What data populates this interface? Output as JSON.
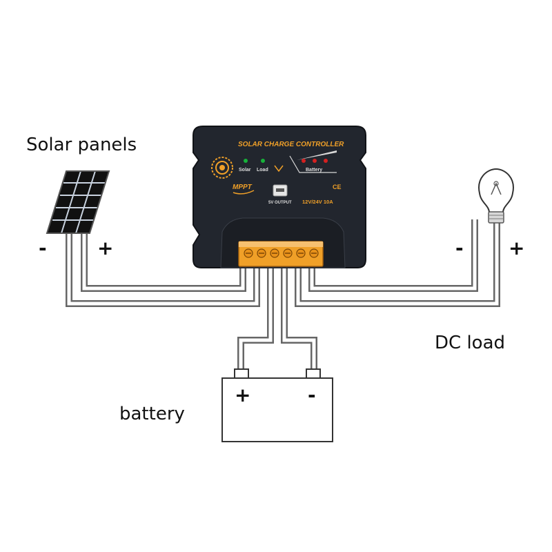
{
  "labels": {
    "solar_panels": "Solar panels",
    "battery": "battery",
    "dc_load": "DC load"
  },
  "polarity": {
    "solar_minus": "-",
    "solar_plus": "+",
    "load_minus": "-",
    "load_plus": "+",
    "battery_plus": "+",
    "battery_minus": "-"
  },
  "controller": {
    "title": "SOLAR CHARGE CONTROLLER",
    "solar_led_label": "Solar",
    "load_led_label": "Load",
    "battery_led_label": "Battery",
    "brand": "MPPT",
    "usb_label": "5V OUTPUT",
    "rating": "12V/24V  10A",
    "ce_mark": "CE"
  },
  "colors": {
    "controller_body": "#22262e",
    "terminal_block": "#f0a028",
    "controller_title": "#f0a028",
    "led_green": "#17b23a",
    "led_red": "#d42020",
    "wire": "#666666",
    "outline": "#222222"
  }
}
